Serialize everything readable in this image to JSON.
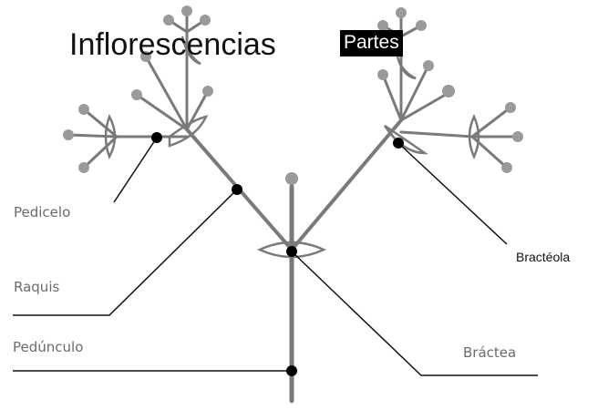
{
  "title": "Inflorescencias",
  "badge": "Partes",
  "labels": {
    "pedicelo": "Pedicelo",
    "raquis": "Raquis",
    "pedunculo": "Pedúnculo",
    "bracteola": "Bractéola",
    "bractea": "Bráctea"
  },
  "colors": {
    "stem": "#7a7a7a",
    "flower": "#9a9a9a",
    "leader": "#111111",
    "dot": "#000000"
  }
}
